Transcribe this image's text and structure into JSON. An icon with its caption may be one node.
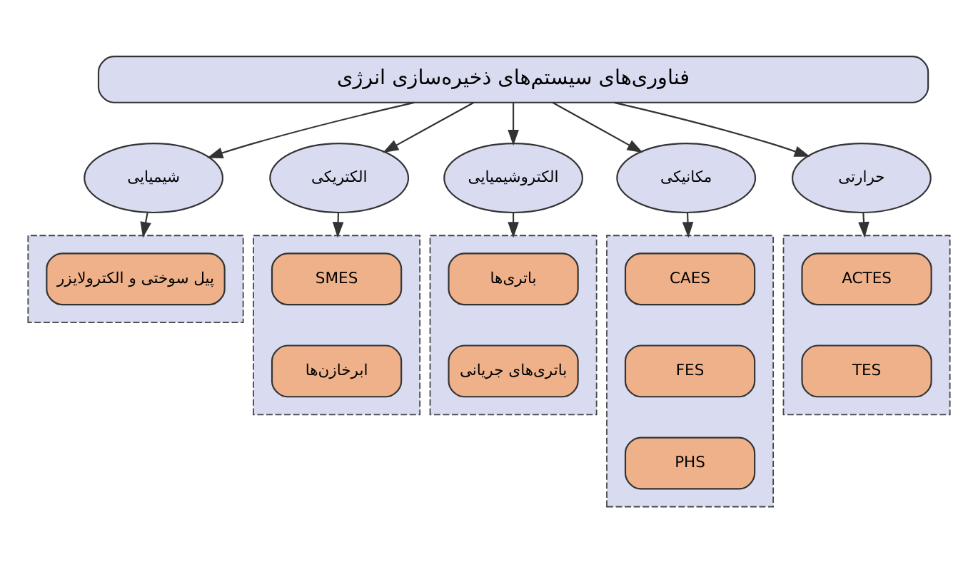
{
  "diagram": {
    "nodes": [
      {
        "text": [
          "فناوری‌های سیستم‌های ذخیره‌سازی انرژی"
        ]
      },
      {
        "text": [
          "شیمیایی"
        ]
      },
      {
        "text": [
          "الکتریکی"
        ]
      },
      {
        "text": [
          "الکتروشیمیایی"
        ]
      },
      {
        "text": [
          "مکانیکی"
        ]
      },
      {
        "text": [
          "حرارتی"
        ]
      },
      {
        "text": [],
        "shape": "box"
      },
      {
        "text": [],
        "shape": "box"
      },
      {
        "text": [],
        "shape": "box"
      },
      {
        "text": [],
        "shape": "box"
      },
      {
        "text": [],
        "shape": "box"
      },
      {
        "text": [
          "پیل سوختی و الکترولایزر"
        ],
        "in": 6
      },
      {
        "text": [
          "SMES"
        ],
        "in": 7
      },
      {
        "text": [
          "ابرخازن‌ها"
        ],
        "in": 7
      },
      {
        "text": [
          "باتری‌ها"
        ],
        "in": 8
      },
      {
        "text": [
          "باتری‌های جریانی"
        ],
        "in": 8
      },
      {
        "text": [
          "CAES"
        ],
        "in": 9
      },
      {
        "text": [
          "FES"
        ],
        "in": 9
      },
      {
        "text": [
          "PHS"
        ],
        "in": 9
      },
      {
        "text": [
          "ACTES"
        ],
        "in": 10
      },
      {
        "text": [
          "TES"
        ],
        "in": 10
      }
    ],
    "edges": [
      {
        "from": 0,
        "to": 1,
        "arrow": "to"
      },
      {
        "from": 0,
        "to": 2,
        "arrow": "to"
      },
      {
        "from": 0,
        "to": 3,
        "arrow": "to"
      },
      {
        "from": 0,
        "to": 4,
        "arrow": "to"
      },
      {
        "from": 0,
        "to": 5,
        "arrow": "to"
      },
      {
        "from": 1,
        "to": 6,
        "arrow": "to"
      },
      {
        "from": 2,
        "to": 7,
        "arrow": "to"
      },
      {
        "from": 3,
        "to": 8,
        "arrow": "to"
      },
      {
        "from": 4,
        "to": 9,
        "arrow": "to"
      },
      {
        "from": 5,
        "to": 10,
        "arrow": "to"
      }
    ]
  }
}
